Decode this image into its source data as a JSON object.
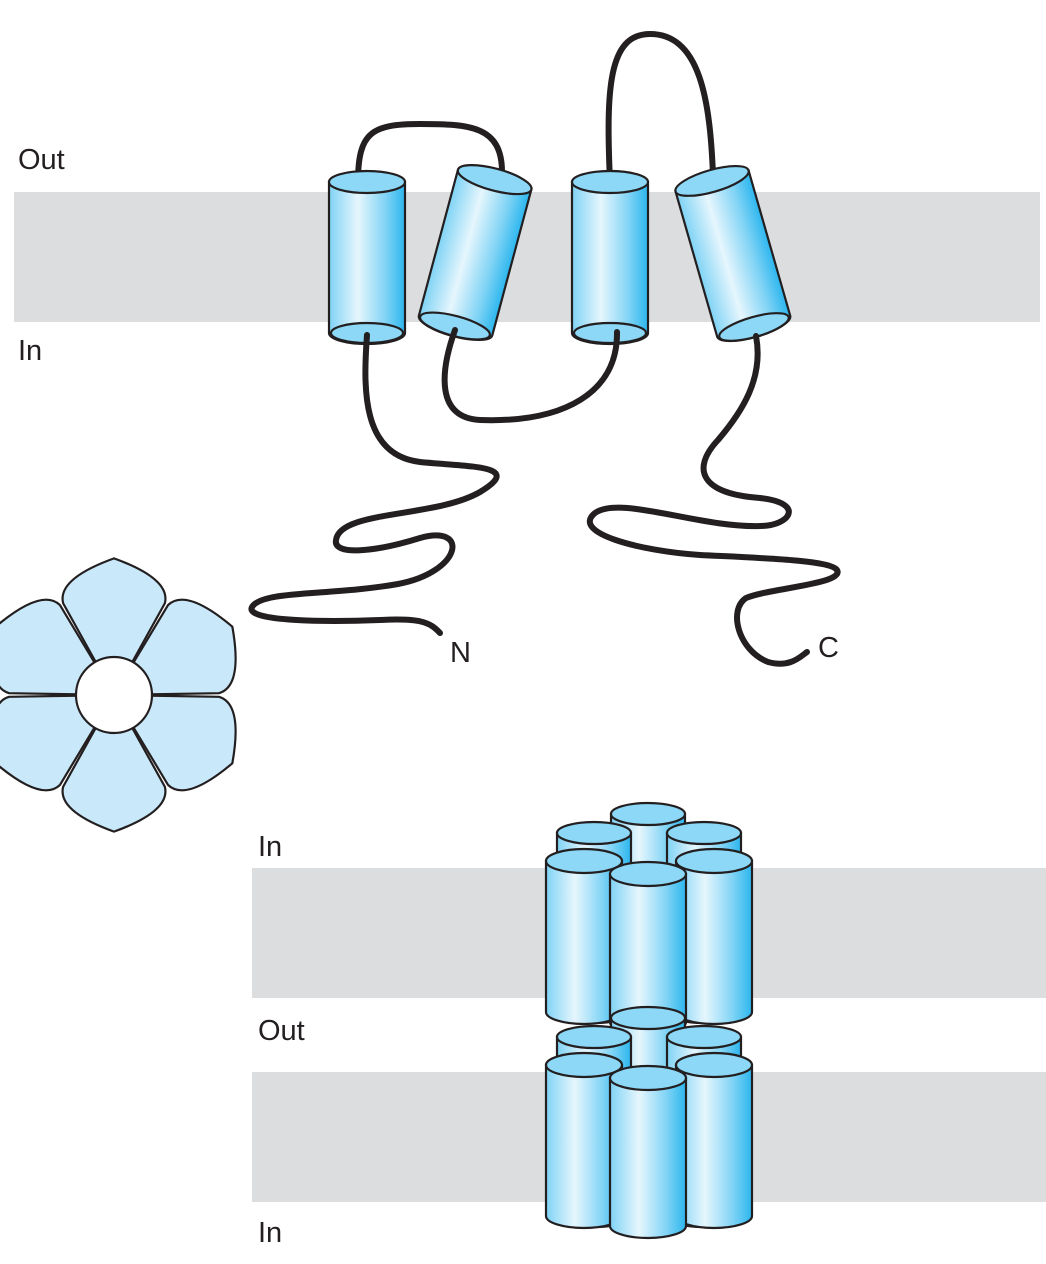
{
  "labels": {
    "top_out": "Out",
    "top_in": "In",
    "n_terminus": "N",
    "c_terminus": "C",
    "bottom_in_upper": "In",
    "bottom_out": "Out",
    "bottom_in_lower": "In"
  },
  "colors": {
    "membrane": "#dcdddf",
    "helix_light": "#e6f6fd",
    "helix_mid": "#7fd3f5",
    "helix_dark": "#2bb6ee",
    "helix_cap": "#8cd8f6",
    "connexon_subunit": "#c9e9fa",
    "outline": "#231f20"
  },
  "icons": {
    "transmembrane_helix": "cylinder",
    "connexon_top_view": "six-petal-ring",
    "gap_junction_channel": "stacked-cylinder-hemichannels"
  }
}
